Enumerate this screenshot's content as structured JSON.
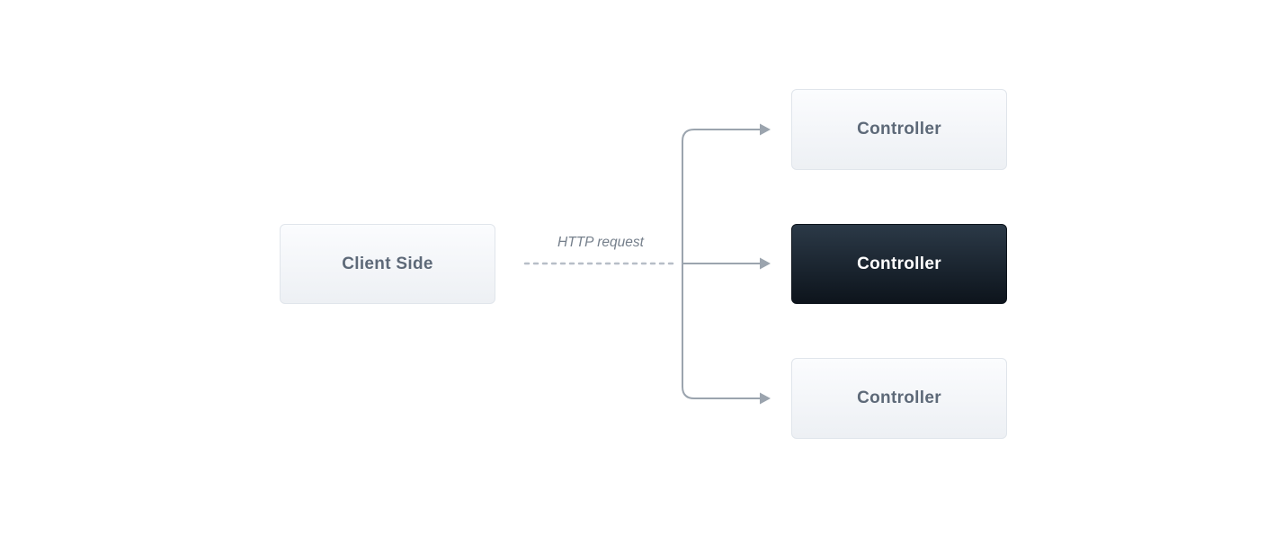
{
  "diagram": {
    "client": {
      "label": "Client Side"
    },
    "arrow_label": "HTTP request",
    "controllers": [
      {
        "label": "Controller",
        "variant": "light"
      },
      {
        "label": "Controller",
        "variant": "dark"
      },
      {
        "label": "Controller",
        "variant": "light"
      }
    ],
    "colors": {
      "line": "#9ba4ae",
      "dashed_line": "#b7bec7",
      "box_border": "#e0e5eb",
      "box_bg_top": "#fbfcfe",
      "box_bg_bottom": "#edf0f4",
      "box_text": "#5d6978",
      "dark_box_top": "#2b3947",
      "dark_box_bottom": "#0d141c",
      "dark_box_text": "#ffffff",
      "label_text": "#757f8b"
    }
  }
}
